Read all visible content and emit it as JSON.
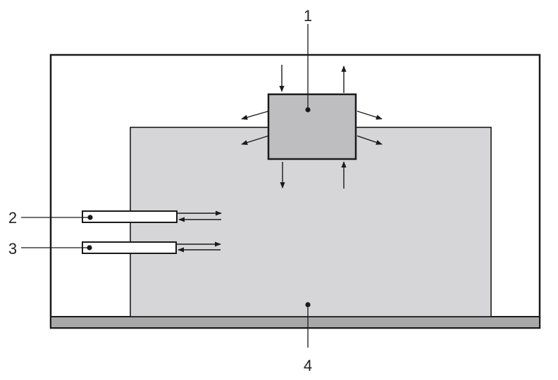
{
  "diagram": {
    "labels": {
      "one": "1",
      "two": "2",
      "three": "3",
      "four": "4"
    },
    "colors": {
      "outline": "#1a1a1a",
      "block_fill": "#d6d6d8",
      "small_box_fill": "#bebec1",
      "base_plate_fill": "#a8a8a8",
      "probe_fill": "#ffffff",
      "background": "#ffffff"
    }
  }
}
